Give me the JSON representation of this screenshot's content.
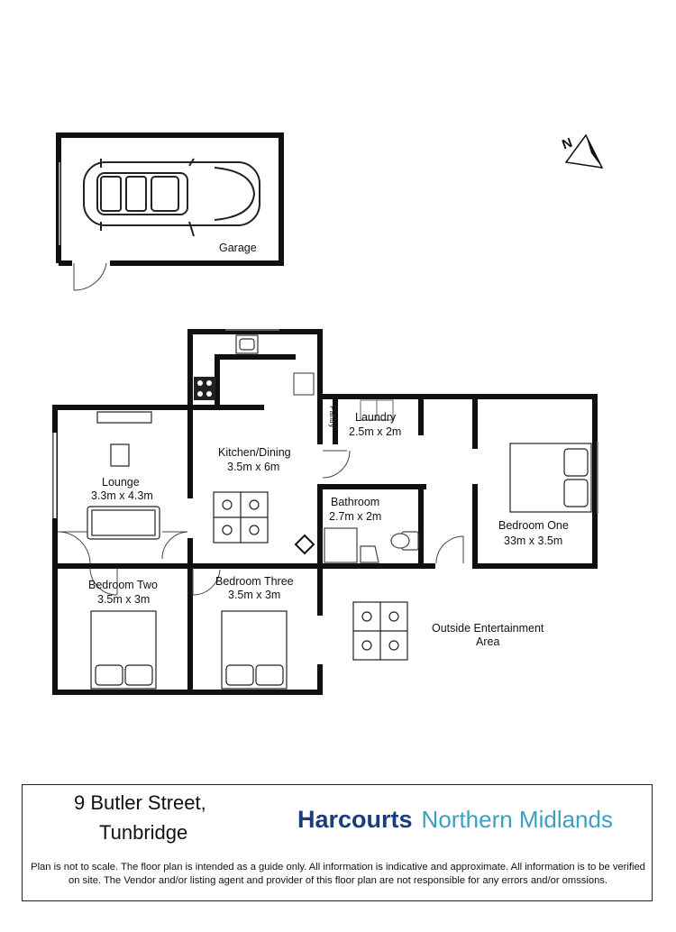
{
  "rooms": {
    "garage": {
      "name": "Garage"
    },
    "lounge": {
      "name": "Lounge",
      "size": "3.3m x 4.3m"
    },
    "kitchen": {
      "name": "Kitchen/Dining",
      "size": "3.5m x 6m"
    },
    "pantry": {
      "name": "Pantry"
    },
    "laundry": {
      "name": "Laundry",
      "size": "2.5m x 2m"
    },
    "bathroom": {
      "name": "Bathroom",
      "size": "2.7m x 2m"
    },
    "bedroom_one": {
      "name": "Bedroom One",
      "size": "33m x 3.5m"
    },
    "bedroom_two": {
      "name": "Bedroom Two",
      "size": "3.5m x 3m"
    },
    "bedroom_three": {
      "name": "Bedroom Three",
      "size": "3.5m x 3m"
    },
    "outside": {
      "line1": "Outside Entertainment",
      "line2": "Area"
    }
  },
  "compass": {
    "label": "N"
  },
  "footer": {
    "address_line1": "9 Butler Street,",
    "address_line2": "Tunbridge",
    "brand": "Harcourts",
    "office": "Northern Midlands",
    "disclaimer": "Plan is not to scale. The floor plan is intended as a guide only. All information is indicative and approximate. All information is to be verified on site. The Vendor and/or listing agent and provider of this floor plan are not responsible for any errors and/or omssions."
  },
  "colors": {
    "walls": "#111111",
    "brand": "#1a3e7a",
    "office": "#3aa0bf"
  }
}
